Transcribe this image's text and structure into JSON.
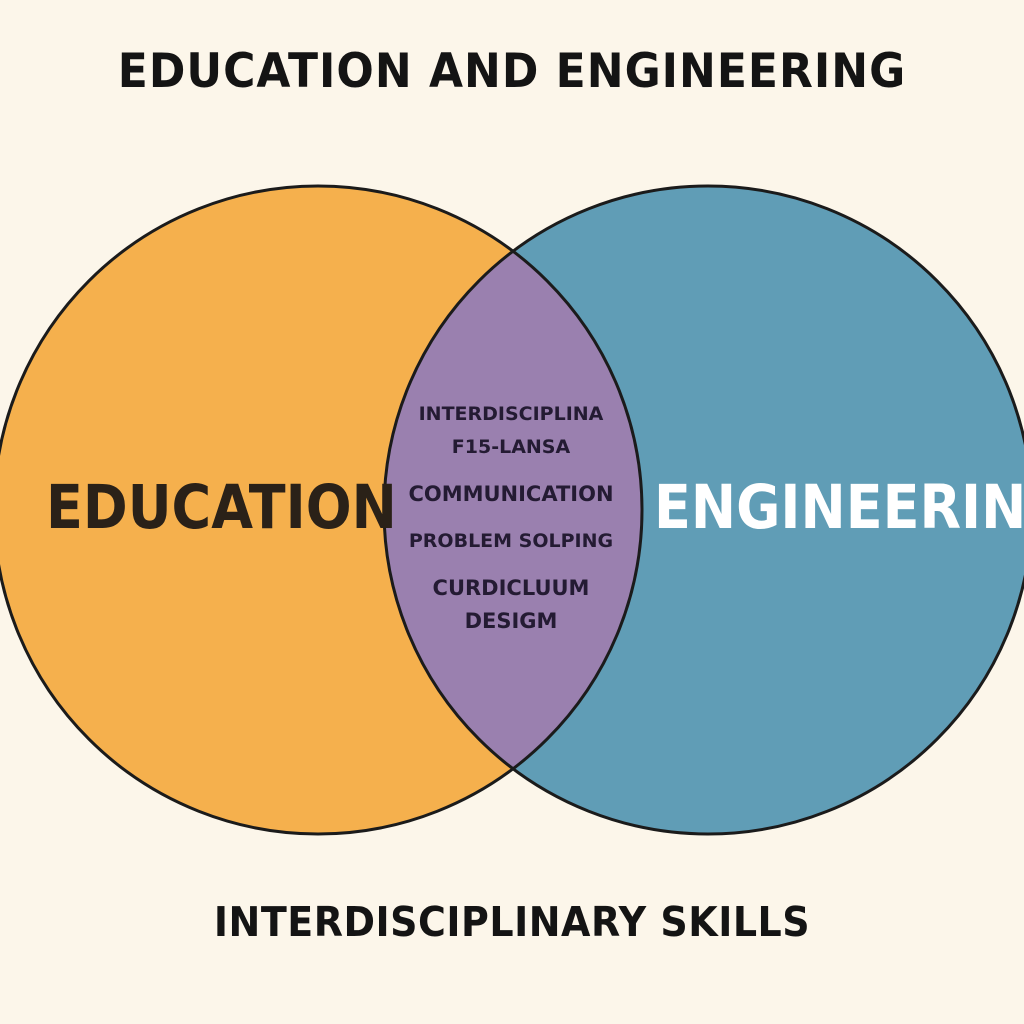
{
  "title": "EDUCATION AND ENGINEERING",
  "sets": {
    "left": {
      "label": "EDUCATION",
      "color": "#f5b04d"
    },
    "right": {
      "label": "ENGINEERING",
      "color": "#609db6"
    }
  },
  "overlap": {
    "color": "#9a80af",
    "items": [
      "INTERDISCIPLINA\nF15-LANSA",
      "COMMUNICATION",
      "PROBLEM SOLPING",
      "CURDICLUUM\nDESIGM"
    ]
  },
  "caption": "INTERDISCIPLINARY SKILLS"
}
